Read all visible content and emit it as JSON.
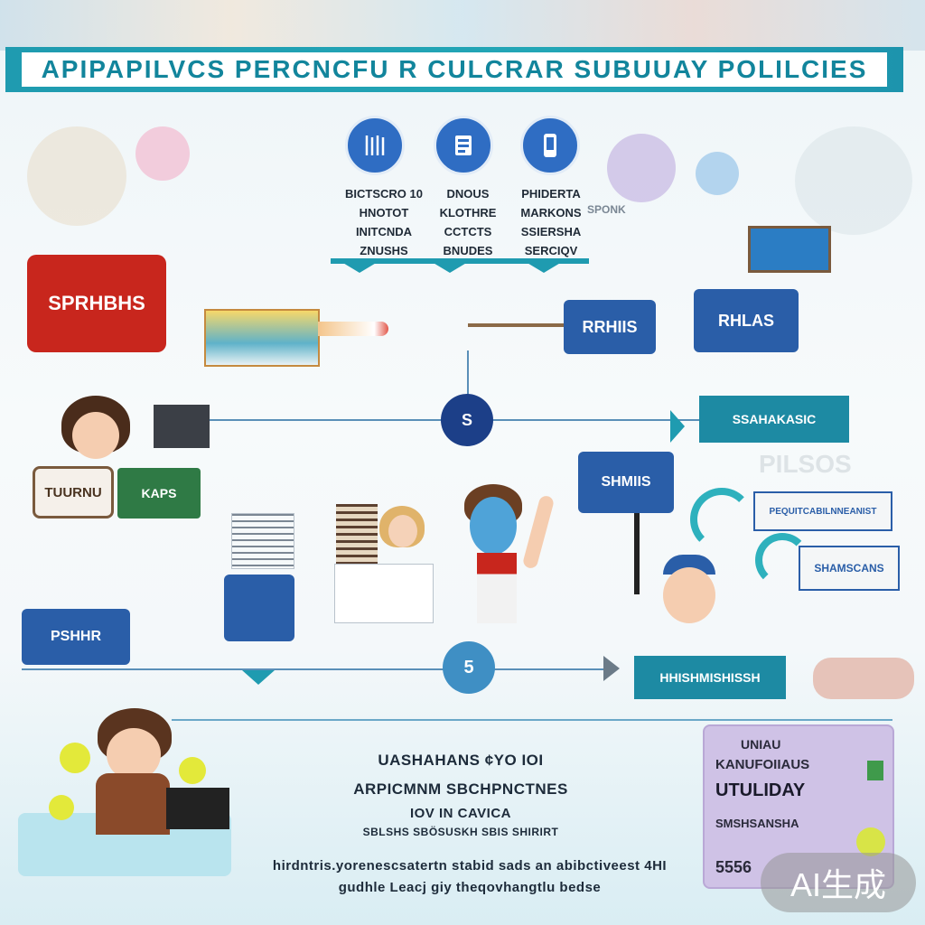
{
  "title": "APIPAPILVCS PERCNCFU R CULCRAR SUBUUAY  POLILCIES",
  "columns": [
    {
      "text": "BICTSCRO 10\nHNOTOT\nINITCNDA\nZNUSHS"
    },
    {
      "text": "DNOUS\nKLOTHRE\nCCTCTS\nBNUDES"
    },
    {
      "text": "PHIDERTA\nMARKONS\nSSIERSHA\nSERCIQV"
    }
  ],
  "side_text": "SPONK",
  "red_card": "SPRHBHS",
  "blue_card_top": "RRHIIS",
  "blue_card_top_right": "RHLAS",
  "center_node": "S",
  "teal_right_banner": "SSAHAKASIC",
  "outline_card": "TUURNU",
  "green_card": "KAPS",
  "blue_mid_card": "SHMIIS",
  "right_banner_1": "PEQUITCABILNNEANIST",
  "right_banner_2": "SHAMSCANS",
  "left_blue_card": "PSHHR",
  "lower_node": "5",
  "teal_strip": "HHISHMISHISSH",
  "faded_text": "PILSOS",
  "bottom_lines": [
    "UASHAHANS ¢YO IOI",
    "ARPICMNM SBCHPNCTNES",
    "IOV IN CAVICA",
    "SBLSHS SBÖSUSKH SBIS SHIRIRT"
  ],
  "footer_line_1": "hirdntris.yorenescsatertn stabid sads an abibctiveest 4HI",
  "footer_line_2": "gudhle Leacj giy theqovhangtlu bedse",
  "lilac_card": {
    "line1": "UNIAU",
    "line2": "KANUFOIIAUS",
    "line3": "UTULIDAY",
    "line4": "SMSHSANSHA",
    "number": "5556"
  },
  "ai_badge": "AI生成",
  "colors": {
    "teal": "#1f9bb0",
    "navy": "#1c3f88",
    "blue": "#2f6dc3",
    "red": "#c8261d",
    "lilac": "#cfc2e6"
  }
}
